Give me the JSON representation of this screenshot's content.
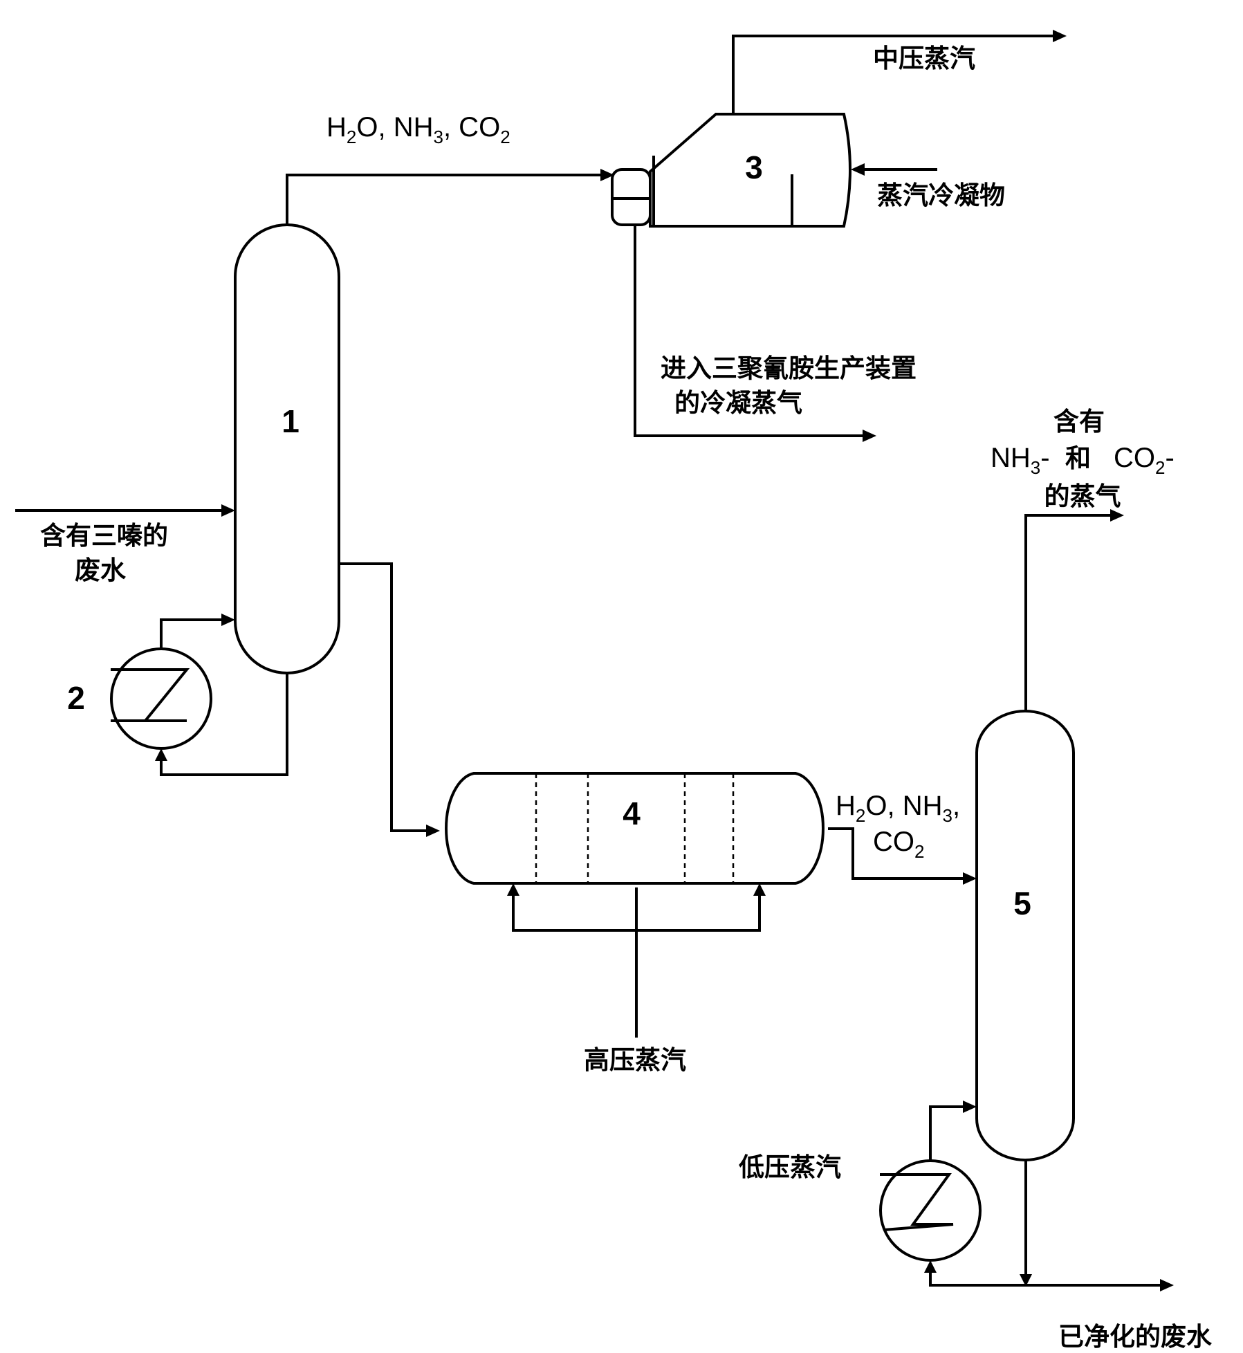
{
  "units": {
    "u1": "1",
    "u2": "2",
    "u3": "3",
    "u4": "4",
    "u5": "5"
  },
  "streams": {
    "feed_line1": "含有三嗪的",
    "feed_line2": "废水",
    "mp_steam": "中压蒸汽",
    "steam_condensate": "蒸汽冷凝物",
    "to_melamine_line1": "进入三聚氰胺生产装置",
    "to_melamine_line2": "的冷凝蒸气",
    "vapor_top_line1": "含有",
    "vapor_top_nh3": "NH",
    "vapor_top_nh3_sub": "3",
    "vapor_top_nh3_tail": "-",
    "vapor_top_and": "和",
    "vapor_top_co2": "CO",
    "vapor_top_co2_sub": "2",
    "vapor_top_co2_tail": "-",
    "vapor_top_line3": "的蒸气",
    "hp_steam": "高压蒸汽",
    "lp_steam": "低压蒸汽",
    "purified_water": "已净化的废水"
  },
  "formulas": {
    "top": {
      "h": "H",
      "h_sub": "2",
      "o": "O, NH",
      "nh_sub": "3",
      "co": ", CO",
      "co_sub": "2"
    },
    "mid": {
      "h": "H",
      "h_sub": "2",
      "o": "O, NH",
      "nh_sub": "3",
      "tail": ",",
      "co": "CO",
      "co_sub": "2"
    }
  }
}
